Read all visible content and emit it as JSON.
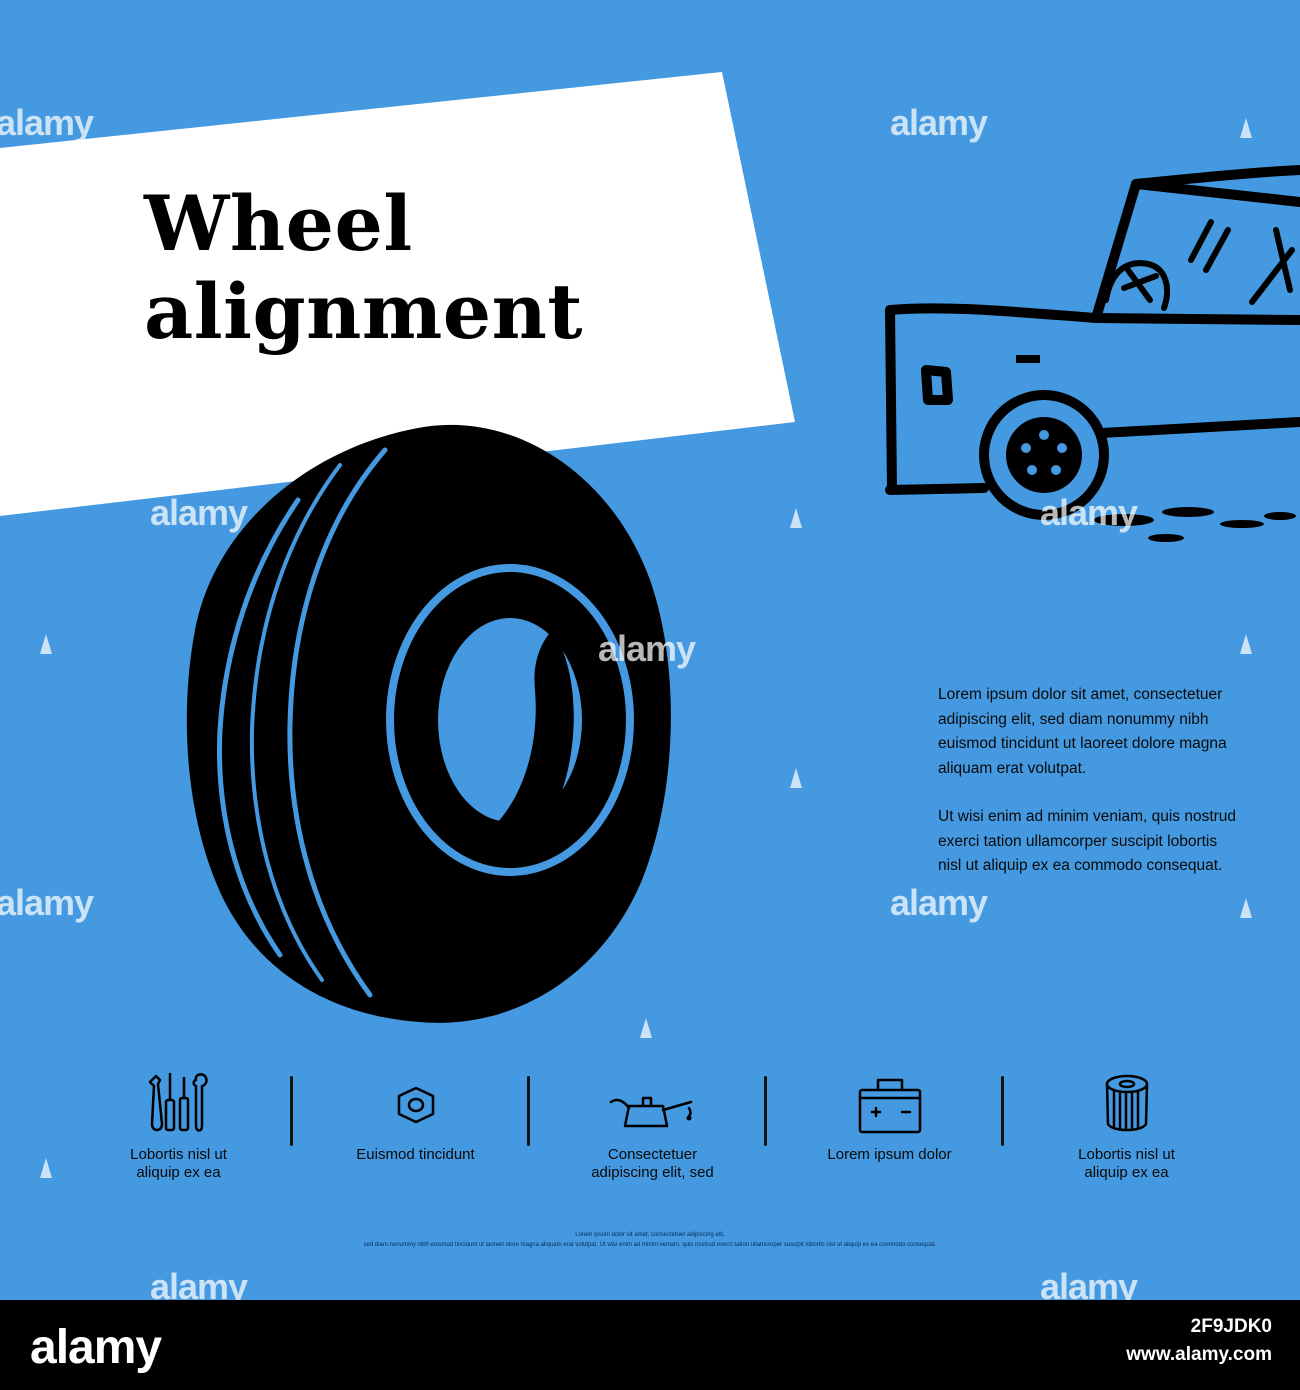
{
  "poster": {
    "title_line1": "Wheel",
    "title_line2": "alignment",
    "background_color": "#4499e0",
    "ink_color": "#000000",
    "card_color": "#ffffff"
  },
  "illustrations": {
    "tire": "tire-icon",
    "car": "car-icon"
  },
  "body": {
    "paragraph1": "Lorem ipsum dolor sit amet, consectetuer adipiscing elit, sed diam nonummy nibh euismod tincidunt ut laoreet dolore magna aliquam erat volutpat.",
    "paragraph2": "Ut wisi enim ad minim veniam, quis nostrud exerci tation ullamcorper suscipit lobortis nisl ut aliquip ex ea commodo consequat."
  },
  "features": [
    {
      "icon": "tools-icon",
      "line1": "Lobortis nisl ut",
      "line2": "aliquip ex ea"
    },
    {
      "icon": "nut-icon",
      "line1": "Euismod tincidunt",
      "line2": ""
    },
    {
      "icon": "oil-can-icon",
      "line1": "Consectetuer",
      "line2": "adipiscing elit, sed"
    },
    {
      "icon": "battery-icon",
      "line1": "Lorem ipsum dolor",
      "line2": ""
    },
    {
      "icon": "filter-icon",
      "line1": "Lobortis nisl ut",
      "line2": "aliquip ex ea"
    }
  ],
  "fine_print": {
    "line1": "Lorem ipsum dolor sit amet, consectetuer adipiscing elit,",
    "line2": "sed diam nonummy nibh euismod tincidunt ut laoreet olore magna aliquam erat volutpat. Ut wisi enim ad minim veniam, quis nostrud exerci tation ullamcorper suscipit lobortis nisl ut aliquip ex ea commodo consequat."
  },
  "watermark": "alamy",
  "footer": {
    "logo": "alamy",
    "image_id": "2F9JDK0",
    "url": "www.alamy.com"
  }
}
